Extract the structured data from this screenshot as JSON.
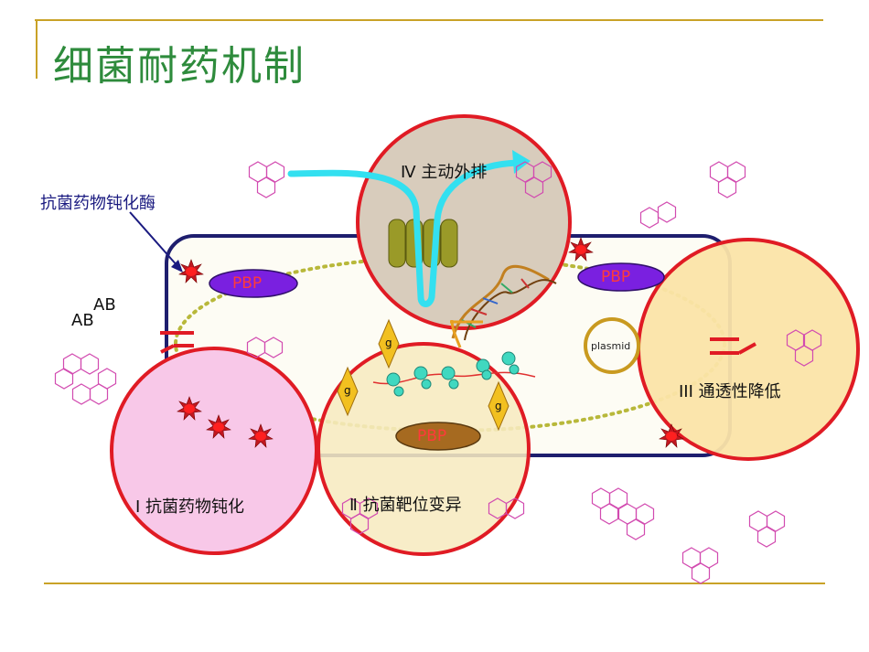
{
  "title": "细菌耐药机制",
  "accent_colors": {
    "title": "#2e8b3c",
    "rule": "#c9a227",
    "circle_border": "#e01b24",
    "arrow": "#33e0f0"
  },
  "labels": {
    "enzyme": "抗菌药物钝化酶",
    "ab_1": "AB",
    "ab_2": "AB",
    "mechanism_1": "Ⅰ 抗菌药物钝化",
    "mechanism_2": "Ⅱ 抗菌靶位变异",
    "mechanism_3": "ⅠⅠⅠ 通透性降低",
    "mechanism_4": "Ⅳ 主动外排",
    "plasmid": "plasmid",
    "pbp": "PBP",
    "g": "g"
  },
  "icons": [
    "hexagon-molecule-icon",
    "enzyme-star-icon",
    "efflux-pump-icon",
    "dna-helix-icon",
    "porin-channel-icon",
    "arrow-icon"
  ]
}
